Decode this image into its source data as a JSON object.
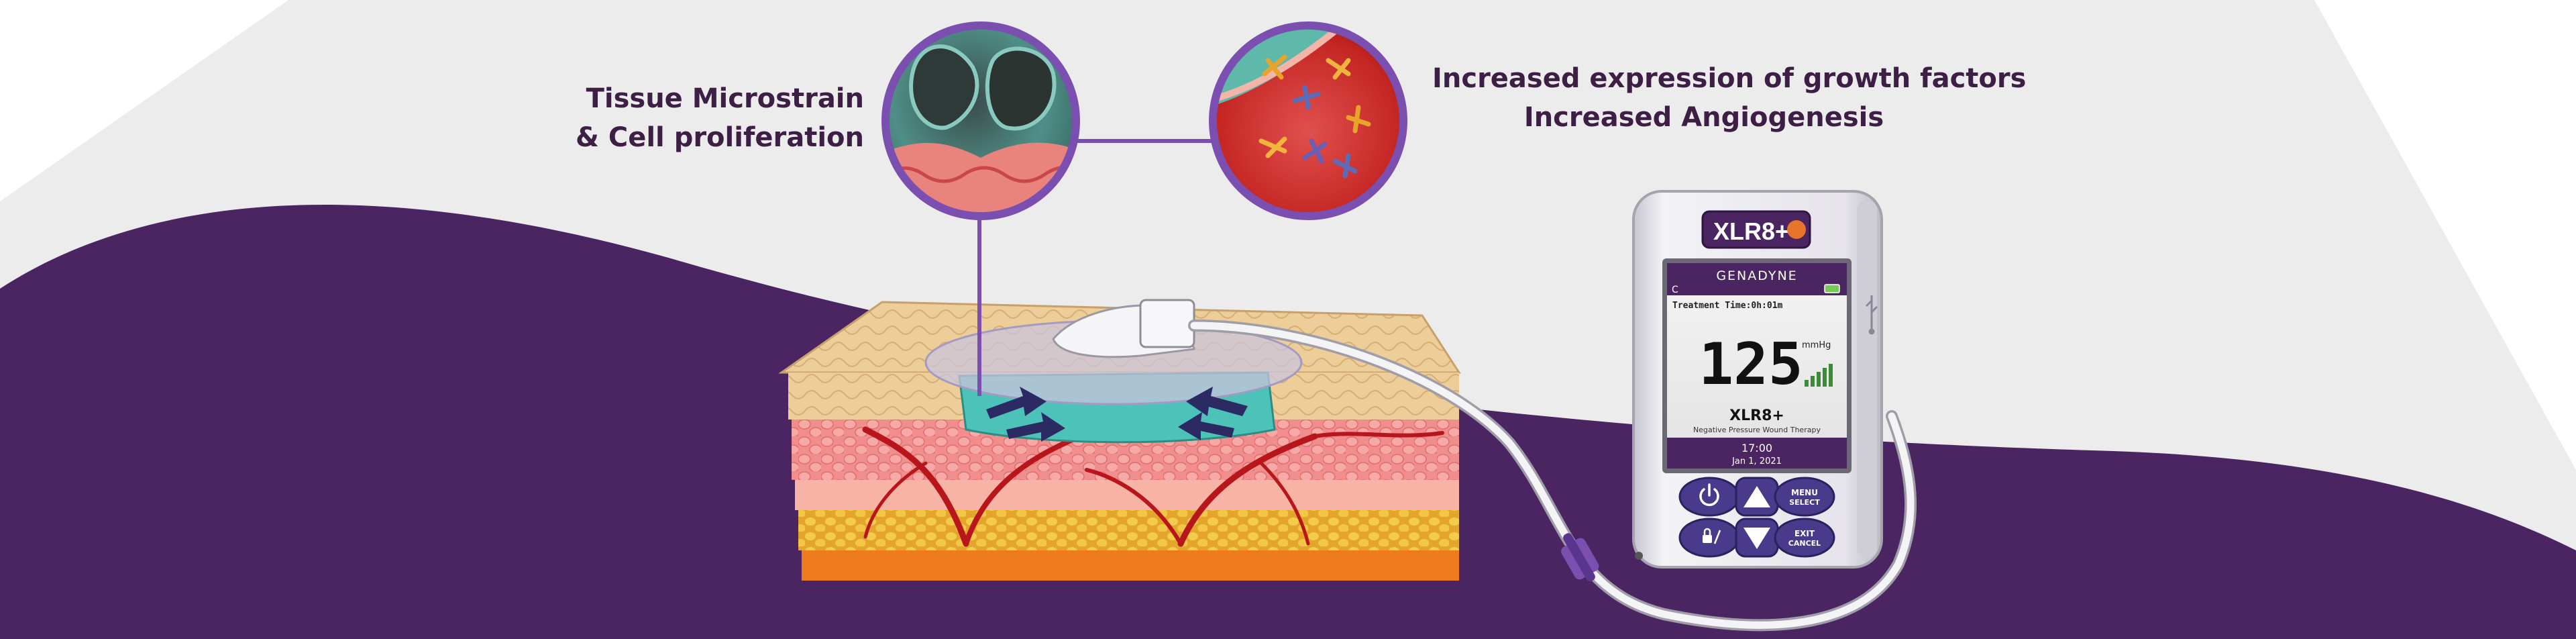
{
  "labels": {
    "left_line_1": "Tissue Microstrain",
    "left_line_2": "& Cell proliferation",
    "right_line_1": "Increased expression of growth factors",
    "right_line_2": "Increased Angiogenesis"
  },
  "device": {
    "logo": "XLR8+",
    "brand": "GENADYNE",
    "mode_indicator": "C",
    "treatment_time": "Treatment Time:0h:01m",
    "pressure_value": "125",
    "pressure_unit": "mmHg",
    "model": "XLR8+",
    "subtitle": "Negative Pressure Wound Therapy",
    "time": "17:00",
    "date": "Jan 1, 2021",
    "buttons": {
      "menu_line_1": "MENU",
      "menu_line_2": "SELECT",
      "exit_line_1": "EXIT",
      "exit_line_2": "CANCEL"
    }
  },
  "icons": [
    "power-icon",
    "up-arrow-icon",
    "lock-icon",
    "down-arrow-icon",
    "usb-icon",
    "battery-icon",
    "signal-bars-icon"
  ],
  "colors": {
    "brand_purple": "#4a2562",
    "accent_purple": "#7b4fb0",
    "logo_orange": "#e8732a",
    "background_gray": "#ececec",
    "skin_tan": "#e9c690",
    "foam_teal": "#4dc2b8",
    "blood_red": "#b8161b",
    "fat_yellow": "#f0c444"
  }
}
